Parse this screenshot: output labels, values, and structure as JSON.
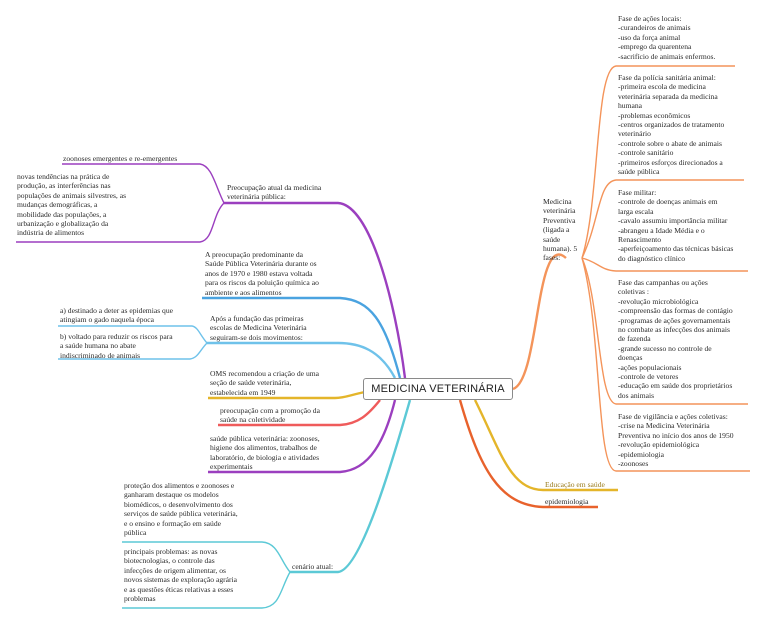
{
  "central": "MEDICINA VETERINÁRIA",
  "colors": {
    "orange": "#f4945a",
    "purple": "#9b3fbf",
    "blue": "#4aa3e0",
    "lightblue": "#6fc2ea",
    "red": "#ef5b5b",
    "teal": "#5cc9d6",
    "yellow": "#e4b52a",
    "deeporange": "#e8622c"
  },
  "right": {
    "preventiva": "Medicina\nveterinária\nPreventiva\n(ligada a\nsaúde\nhumana). 5\nfases:",
    "fase1": "Fase de ações locais:\n-curandeiros de animais\n-uso da força animal\n-emprego da quarentena\n-sacrifício de animais enfermos.",
    "fase2": "Fase da polícia sanitária animal:\n-primeira escola de medicina\nveterinária separada da medicina\nhumana\n-problemas econômicos\n-centros organizados de tratamento\nveterinário\n-controle sobre o abate de animais\n-controle sanitário\n-primeiros esforços direcionados a\nsaúde pública",
    "fase3": "Fase militar:\n-controle de doenças animais em\nlarga escala\n-cavalo assumiu importância militar\n-abrangeu a Idade Média e o\nRenascimento\n-aperfeiçoamento das técnicas básicas\ndo diagnóstico clínico",
    "fase4": "Fase das campanhas ou ações\ncoletivas :\n-revolução microbiológica\n-compreensão das formas de contágio\n-programas de ações governamentais\nno combate as infecções dos animais\nde fazenda\n-grande sucesso no controle de\ndoenças\n-ações populacionais\n-controle de vetores\n-educação em saúde dos proprietários\ndos animais",
    "fase5": "Fase de vigilância e ações coletivas:\n-crise na Medicina Veterinária\nPreventiva no início dos anos de 1950\n-revolução epidemiológica\n-epidemiologia\n-zoonoses",
    "educacao": "Educação em saúde",
    "epidemiologia": "epidemiologia"
  },
  "left": {
    "preocupacao": "Preocupação atual da medicina\nveterinária pública:",
    "zoonoses": "zoonoses emergentes e re-emergentes",
    "tendencias": "novas tendências na prática de\nprodução, as interferências nas\npopulações de animais silvestres, as\nmudanças demográficas, a\nmobilidade das populações, a\nurbanização e globalização da\nindústria de alimentos",
    "predominante": "A preocupação predominante da\nSaúde Pública Veterinária durante os\nanos de 1970 e 1980 estava voltada\npara os riscos da poluição química ao\nambiente e aos alimentos",
    "fundacao": "Após a fundação das primeiras\nescolas de Medicina Veterinária\nseguiram-se dois movimentos:",
    "mov_a": "a) destinado a deter as epidemias que\natingiam o gado naquela época",
    "mov_b": "b) voltado para reduzir os riscos para\na saúde humana no abate\nindiscriminado de animais",
    "oms": "OMS recomendou a criação de uma\nseção de saúde veterinária,\nestabelecida em 1949",
    "promocao": "preocupação com a promoção da\nsaúde na coletividade",
    "saude_publica": "saúde pública veterinária: zoonoses,\nhigiene dos alimentos, trabalhos de\nlaboratório, de biologia e atividades\nexperimentais",
    "cenario": "cenário atual:",
    "protecao": "proteção dos alimentos e zoonoses e\nganharam destaque os modelos\nbiomédicos, o desenvolvimento dos\nserviços de saúde pública veterinária,\ne o ensino e formação em saúde\npública",
    "problemas": "principais problemas: as novas\nbiotecnologias, o controle das\ninfecções de origem alimentar, os\nnovos sistemas de exploração agrária\ne as questões éticas relativas a esses\nproblemas"
  }
}
